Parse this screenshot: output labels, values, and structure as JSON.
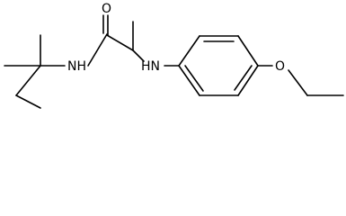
{
  "structure": {
    "labels": {
      "oxygen_carbonyl": "O",
      "amide_nh": "NH",
      "amine_nh": "HN",
      "oxygen_ether": "O"
    }
  }
}
